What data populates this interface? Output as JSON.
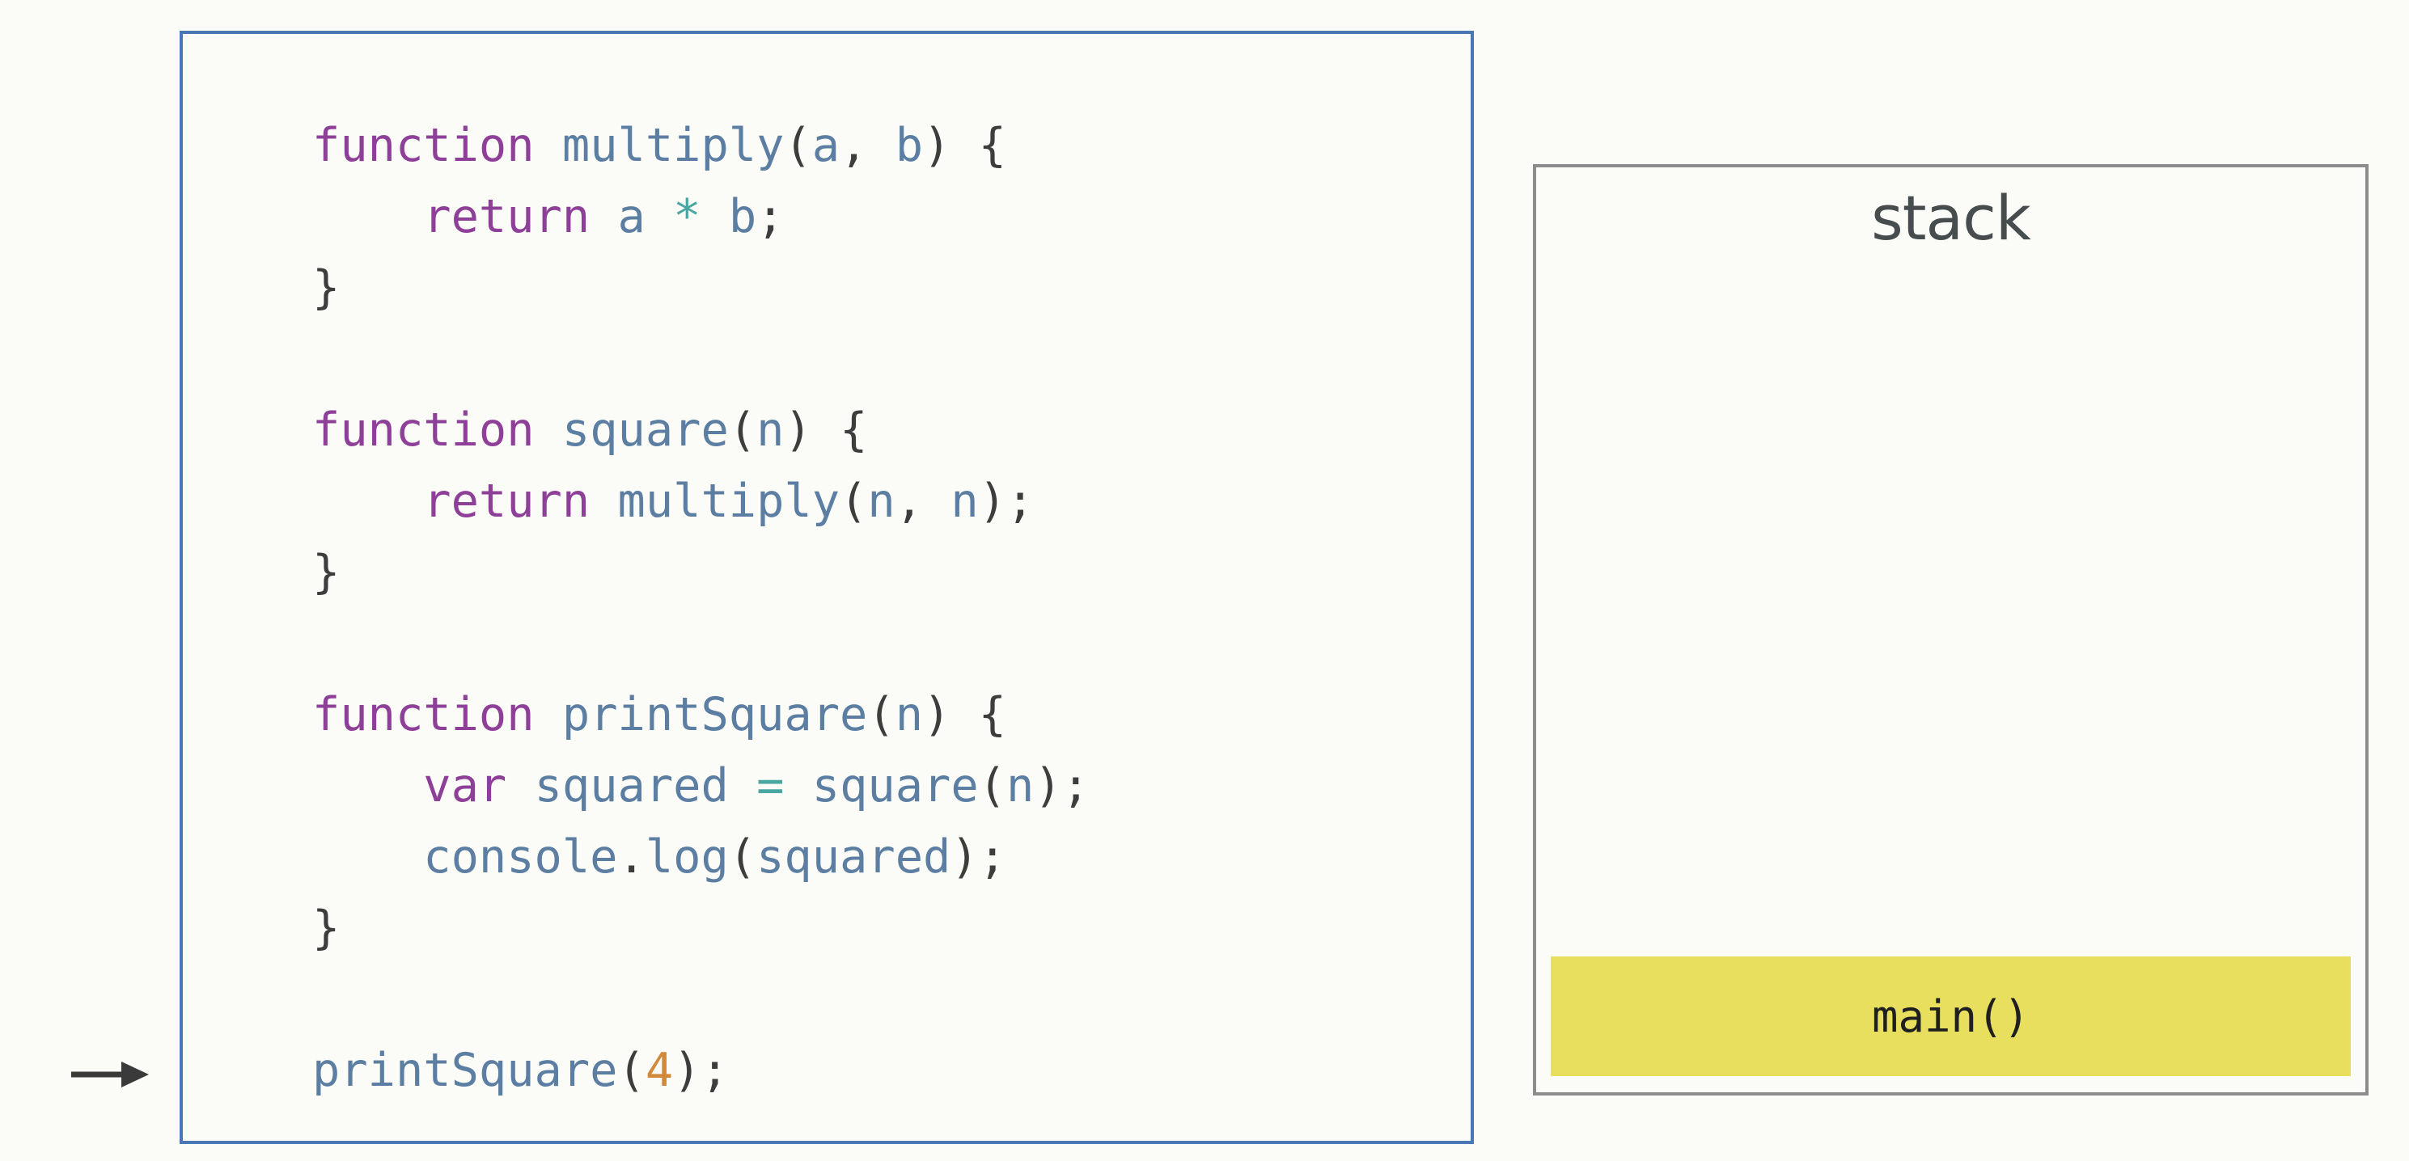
{
  "code": {
    "lines": [
      [
        {
          "t": "function",
          "c": "kw"
        },
        {
          "t": " ",
          "c": "pn"
        },
        {
          "t": "multiply",
          "c": "fn"
        },
        {
          "t": "(",
          "c": "pn"
        },
        {
          "t": "a",
          "c": "id"
        },
        {
          "t": ", ",
          "c": "pn"
        },
        {
          "t": "b",
          "c": "id"
        },
        {
          "t": ") {",
          "c": "pn"
        }
      ],
      [
        {
          "t": "    ",
          "c": "pn"
        },
        {
          "t": "return",
          "c": "kw"
        },
        {
          "t": " ",
          "c": "pn"
        },
        {
          "t": "a",
          "c": "id"
        },
        {
          "t": " ",
          "c": "pn"
        },
        {
          "t": "*",
          "c": "op"
        },
        {
          "t": " ",
          "c": "pn"
        },
        {
          "t": "b",
          "c": "id"
        },
        {
          "t": ";",
          "c": "pn"
        }
      ],
      [
        {
          "t": "}",
          "c": "pn"
        }
      ],
      [],
      [
        {
          "t": "function",
          "c": "kw"
        },
        {
          "t": " ",
          "c": "pn"
        },
        {
          "t": "square",
          "c": "fn"
        },
        {
          "t": "(",
          "c": "pn"
        },
        {
          "t": "n",
          "c": "id"
        },
        {
          "t": ") {",
          "c": "pn"
        }
      ],
      [
        {
          "t": "    ",
          "c": "pn"
        },
        {
          "t": "return",
          "c": "kw"
        },
        {
          "t": " ",
          "c": "pn"
        },
        {
          "t": "multiply",
          "c": "fn"
        },
        {
          "t": "(",
          "c": "pn"
        },
        {
          "t": "n",
          "c": "id"
        },
        {
          "t": ", ",
          "c": "pn"
        },
        {
          "t": "n",
          "c": "id"
        },
        {
          "t": ");",
          "c": "pn"
        }
      ],
      [
        {
          "t": "}",
          "c": "pn"
        }
      ],
      [],
      [
        {
          "t": "function",
          "c": "kw"
        },
        {
          "t": " ",
          "c": "pn"
        },
        {
          "t": "printSquare",
          "c": "fn"
        },
        {
          "t": "(",
          "c": "pn"
        },
        {
          "t": "n",
          "c": "id"
        },
        {
          "t": ") {",
          "c": "pn"
        }
      ],
      [
        {
          "t": "    ",
          "c": "pn"
        },
        {
          "t": "var",
          "c": "kw"
        },
        {
          "t": " ",
          "c": "pn"
        },
        {
          "t": "squared",
          "c": "id"
        },
        {
          "t": " ",
          "c": "pn"
        },
        {
          "t": "=",
          "c": "op"
        },
        {
          "t": " ",
          "c": "pn"
        },
        {
          "t": "square",
          "c": "fn"
        },
        {
          "t": "(",
          "c": "pn"
        },
        {
          "t": "n",
          "c": "id"
        },
        {
          "t": ");",
          "c": "pn"
        }
      ],
      [
        {
          "t": "    ",
          "c": "pn"
        },
        {
          "t": "console",
          "c": "id"
        },
        {
          "t": ".",
          "c": "pn"
        },
        {
          "t": "log",
          "c": "fn"
        },
        {
          "t": "(",
          "c": "pn"
        },
        {
          "t": "squared",
          "c": "id"
        },
        {
          "t": ");",
          "c": "pn"
        }
      ],
      [
        {
          "t": "}",
          "c": "pn"
        }
      ],
      [],
      [
        {
          "t": "printSquare",
          "c": "fn"
        },
        {
          "t": "(",
          "c": "pn"
        },
        {
          "t": "4",
          "c": "num"
        },
        {
          "t": ");",
          "c": "pn"
        }
      ]
    ]
  },
  "stack": {
    "title": "stack",
    "frames": [
      "main()"
    ]
  },
  "colors": {
    "keyword": "#8e3f98",
    "identifier": "#5b7ea2",
    "operator": "#4aa6a0",
    "number": "#d08a3a",
    "code_border": "#4a78b4",
    "stack_border": "#8c8c8c",
    "stack_frame": "#e8df5f"
  },
  "icons": {
    "current_line_pointer": "right-arrow-icon"
  }
}
